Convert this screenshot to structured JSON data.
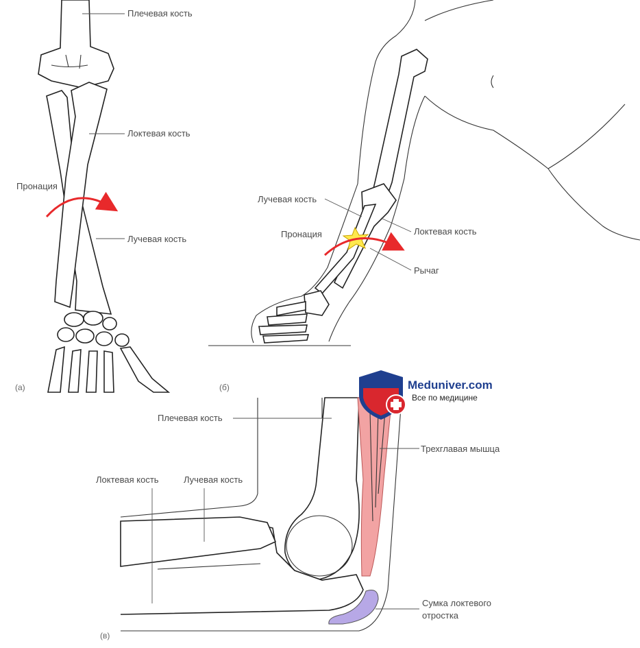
{
  "panel_a": {
    "letter": "(а)",
    "humerus": "Плечевая кость",
    "ulna": "Локтевая кость",
    "pronation": "Пронация",
    "radius": "Лучевая кость"
  },
  "panel_b": {
    "letter": "(б)",
    "radius": "Лучевая кость",
    "pronation": "Пронация",
    "ulna": "Локтевая кость",
    "lever": "Рычаг"
  },
  "panel_c": {
    "letter": "(в)",
    "humerus": "Плечевая кость",
    "triceps": "Трехглавая мышца",
    "ulna": "Локтевая кость",
    "radius": "Лучевая кость",
    "bursa_line1": "Сумка локтевого",
    "bursa_line2": "отростка"
  },
  "logo": {
    "name": "Meduniver.com",
    "tagline": "Все по медицине"
  },
  "colors": {
    "arrow": "#e8292b",
    "muscle": "#f2a3a3",
    "bursa": "#b7a8e6",
    "star": "#ffe94d",
    "shield_blue": "#1f3f8f",
    "shield_red": "#d9272e"
  }
}
